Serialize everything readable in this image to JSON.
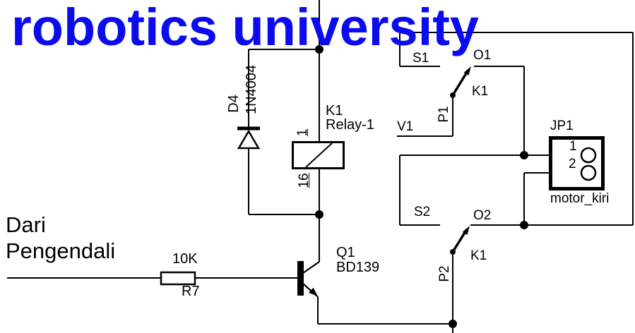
{
  "watermark": {
    "text": "robotics university",
    "color": "#0b0bf0"
  },
  "input_label": {
    "text": "Dari\nPengendali"
  },
  "resistor": {
    "value": "10K",
    "ref": "R7"
  },
  "diode": {
    "ref": "D4",
    "value": "1N4004"
  },
  "relay": {
    "ref": "K1",
    "value": "Relay-1",
    "pin_top": "1",
    "pin_bottom": "16"
  },
  "transistor": {
    "ref": "Q1",
    "value": "BD139"
  },
  "switch_top": {
    "contact_s": "S1",
    "contact_o": "O1",
    "pole": "P1",
    "ref": "K1"
  },
  "switch_bottom": {
    "contact_s": "S2",
    "contact_o": "O2",
    "pole": "P2",
    "ref": "K1"
  },
  "net": {
    "v1": "V1"
  },
  "connector": {
    "ref": "JP1",
    "pin1": "1",
    "pin2": "2",
    "value": "motor_kiri"
  },
  "colors": {
    "background": "#ffffff",
    "line": "#000000",
    "watermark": "#0b0bf0"
  }
}
